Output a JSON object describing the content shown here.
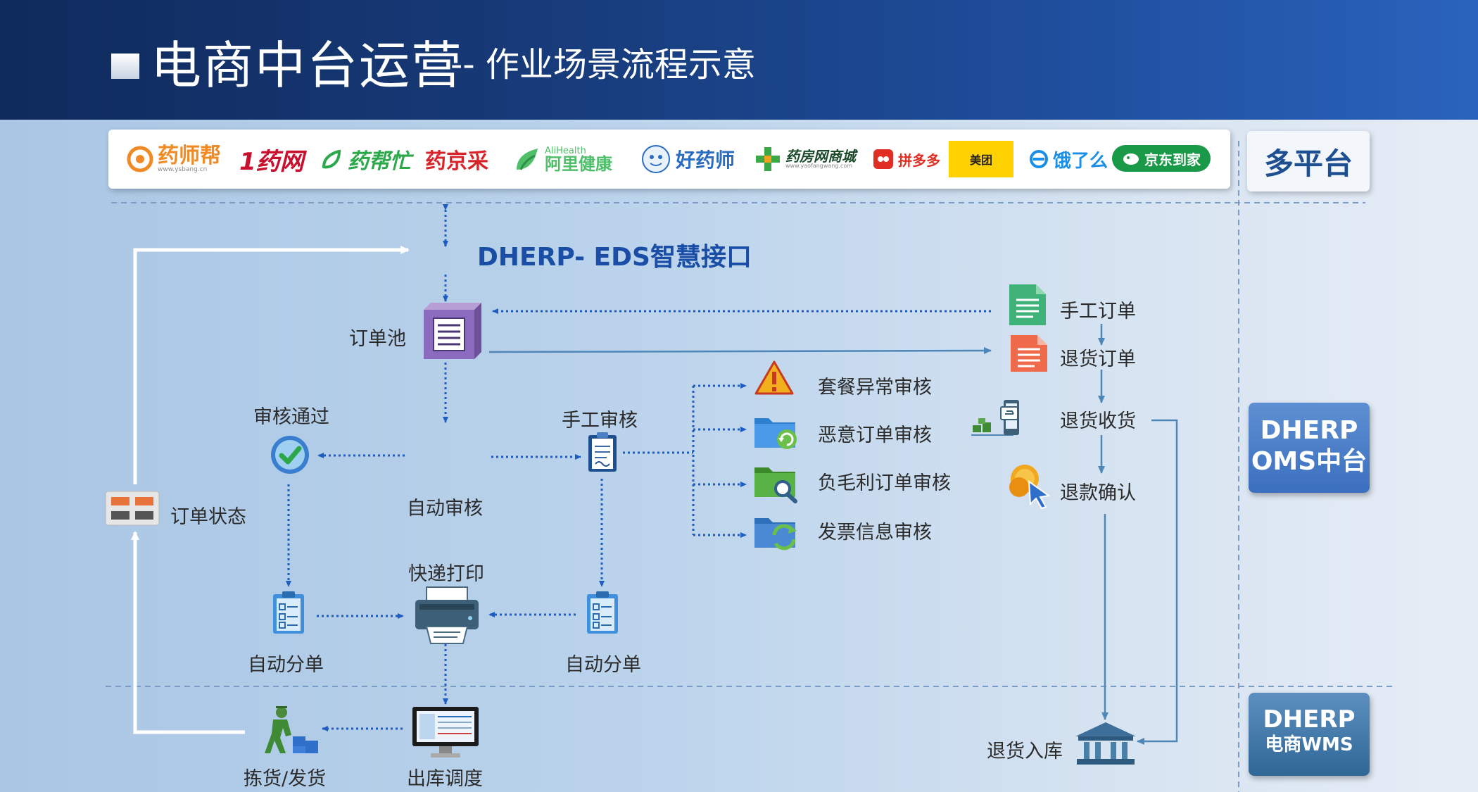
{
  "header": {
    "title": "电商中台运营",
    "subtitle": "-- 作业场景流程示意"
  },
  "platforms": {
    "label": "多平台",
    "logos": [
      {
        "name": "药师帮",
        "sub": "www.ysbang.cn"
      },
      {
        "name": "1药网"
      },
      {
        "name": "药帮忙"
      },
      {
        "name": "药京采"
      },
      {
        "name": "阿里健康",
        "sub": "AliHealth"
      },
      {
        "name": "好药师"
      },
      {
        "name": "药房网商城",
        "sub": "www.yaofangwang.com"
      },
      {
        "name": "拼多多"
      },
      {
        "name": "美团"
      },
      {
        "name": "饿了么"
      },
      {
        "name": "京东到家"
      }
    ]
  },
  "systems": {
    "oms_line1": "DHERP",
    "oms_line2": "OMS中台",
    "wms_line1": "DHERP",
    "wms_line2": "电商WMS"
  },
  "flow": {
    "eds": "DHERP- EDS智慧接口",
    "order_pool": "订单池",
    "approved": "审核通过",
    "auto_review": "自动审核",
    "manual_review": "手工审核",
    "order_status": "订单状态",
    "auto_split_left": "自动分单",
    "auto_split_right": "自动分单",
    "express_print": "快递打印",
    "outbound_dispatch": "出库调度",
    "pick_ship": "拣货/发货",
    "manual_order": "手工订单",
    "return_order": "退货订单",
    "return_receive": "退货收货",
    "refund_confirm": "退款确认",
    "return_storage": "退货入库",
    "checks": [
      "套餐异常审核",
      "恶意订单审核",
      "负毛利订单审核",
      "发票信息审核"
    ]
  }
}
